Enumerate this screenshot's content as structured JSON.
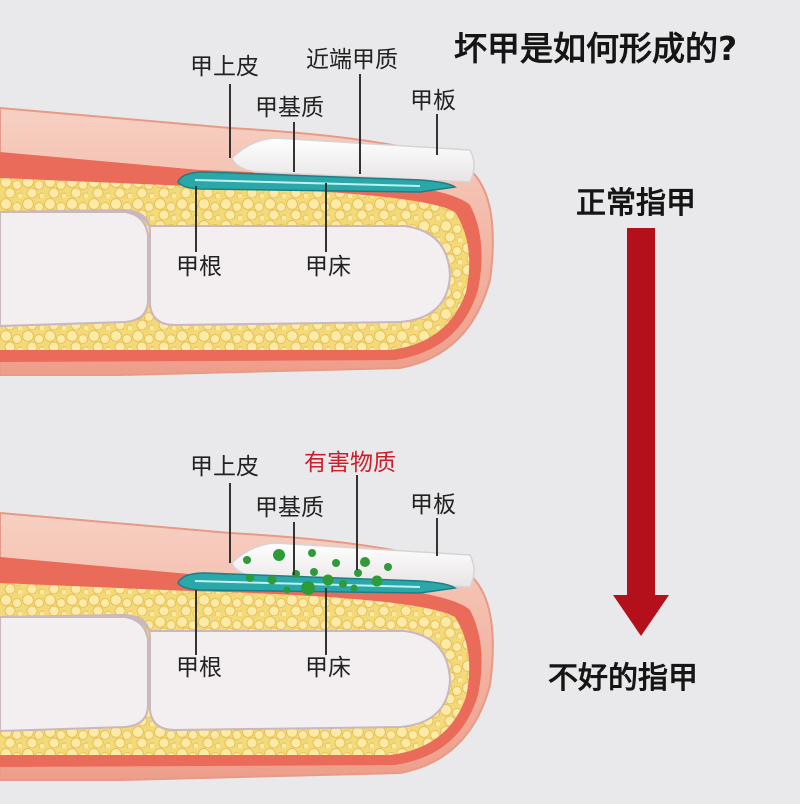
{
  "title": "坏甲是如何形成的?",
  "labels": {
    "normal": "正常指甲",
    "bad": "不好的指甲"
  },
  "top_diagram": {
    "cuticle": "甲上皮",
    "proximal_matrix": "近端甲质",
    "matrix": "甲基质",
    "nail_plate": "甲板",
    "nail_root": "甲根",
    "nail_bed": "甲床"
  },
  "bottom_diagram": {
    "cuticle": "甲上皮",
    "harmful": "有害物质",
    "matrix": "甲基质",
    "nail_plate": "甲板",
    "nail_root": "甲根",
    "nail_bed": "甲床"
  },
  "colors": {
    "background": "#e9e9eb",
    "arrow": "#b3101c",
    "harmful_text": "#c8202a",
    "harmful_dots": "#2e9a38",
    "matrix_line": "#2aa7a8",
    "skin": "#f1b6a5",
    "fat": "#f4dc84",
    "bone": "#f3eef0"
  }
}
